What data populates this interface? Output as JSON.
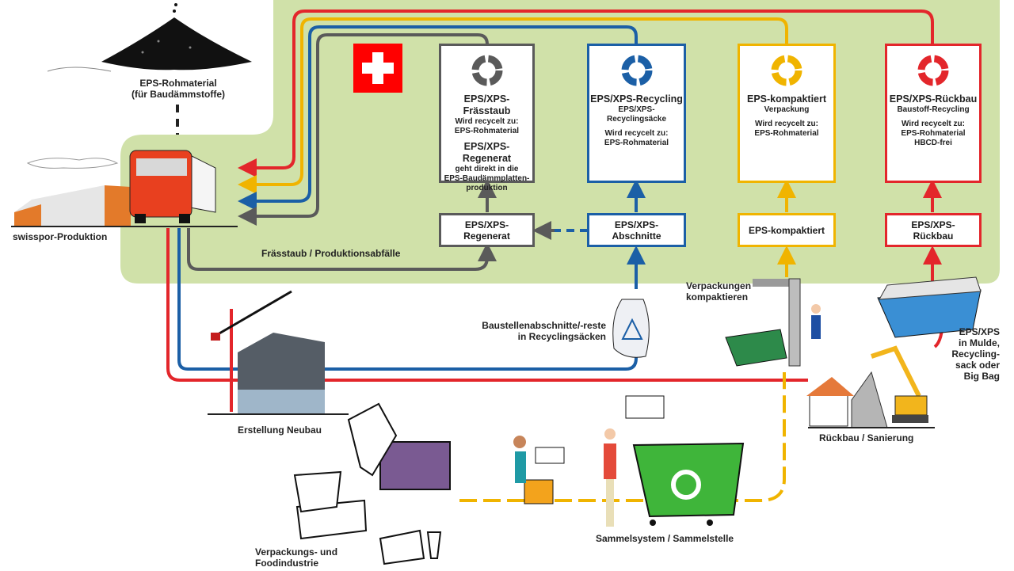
{
  "colors": {
    "red": "#e3262b",
    "yellow": "#f0b400",
    "blue": "#1b5fa6",
    "gray": "#5a5a5a",
    "green_bg": "#c8dc9a",
    "swiss_red": "#ff0000",
    "bin_green": "#3fb53a"
  },
  "raw_material": {
    "icon": "eps-beads-pile-icon",
    "line1": "EPS-Rohmaterial",
    "line2": "(für Baudämmstoffe)"
  },
  "production": {
    "icon": "truck-factory-icon",
    "label": "swisspor-Produktion"
  },
  "swiss_flag": {
    "icon": "swiss-flag-icon"
  },
  "recycling_boxes": [
    {
      "color": "gray",
      "icon": "recycle-arrows-icon",
      "title": "EPS/XPS-Frässtaub",
      "lines": [
        "Wird recycelt zu:",
        "EPS-Rohmaterial"
      ],
      "title2": "EPS/XPS-Regenerat",
      "lines2": [
        "geht direkt in die",
        "EPS-Baudämmplatten-",
        "produktion"
      ]
    },
    {
      "color": "blue",
      "icon": "recycle-arrows-icon",
      "title": "EPS/XPS-Recycling",
      "lines": [
        "EPS/XPS-Recyclingsäcke"
      ],
      "lines2": [
        "Wird recycelt zu:",
        "EPS-Rohmaterial"
      ]
    },
    {
      "color": "yellow",
      "icon": "recycle-arrows-icon",
      "title": "EPS-kompaktiert",
      "lines": [
        "Verpackung"
      ],
      "lines2": [
        "Wird recycelt zu:",
        "EPS-Rohmaterial"
      ]
    },
    {
      "color": "red",
      "icon": "recycle-arrows-icon",
      "title": "EPS/XPS-Rückbau",
      "lines": [
        "Baustoff-Recycling"
      ],
      "lines2": [
        "Wird recycelt zu:",
        "EPS-Rohmaterial",
        "HBCD-frei"
      ]
    }
  ],
  "source_boxes": [
    {
      "color": "gray",
      "line1": "EPS/XPS-",
      "line2": "Regenerat"
    },
    {
      "color": "blue",
      "line1": "EPS/XPS-",
      "line2": "Abschnitte"
    },
    {
      "color": "yellow",
      "line1": "EPS-kompaktiert",
      "line2": ""
    },
    {
      "color": "red",
      "line1": "EPS/XPS-",
      "line2": "Rückbau"
    }
  ],
  "flow_labels": {
    "milling_dust": "Frässtaub / Produktionsabfälle",
    "site_offcuts_1": "Baustellenabschnitte/-reste",
    "site_offcuts_2": "in Recyclingsäcken",
    "compacting_1": "Verpackungen",
    "compacting_2": "kompaktieren",
    "skip_1": "EPS/XPS",
    "skip_2": "in Mulde,",
    "skip_3": "Recycling-",
    "skip_4": "sack oder",
    "skip_5": "Big Bag"
  },
  "scenes": {
    "new_building": {
      "icon": "construction-crane-building-icon",
      "label": "Erstellung Neubau"
    },
    "demolition": {
      "icon": "excavator-demolition-icon",
      "label": "Rückbau / Sanierung"
    },
    "packaging": {
      "icon": "eps-packaging-icon",
      "label1": "Verpackungs- und",
      "label2": "Foodindustrie"
    },
    "collection": {
      "icon": "green-recycling-bin-icon",
      "label": "Sammelsystem / Sammelstelle"
    },
    "recycling_bag": {
      "icon": "recycling-bag-icon"
    },
    "compactor": {
      "icon": "compactor-machine-icon"
    },
    "skip": {
      "icon": "skip-container-icon"
    }
  }
}
